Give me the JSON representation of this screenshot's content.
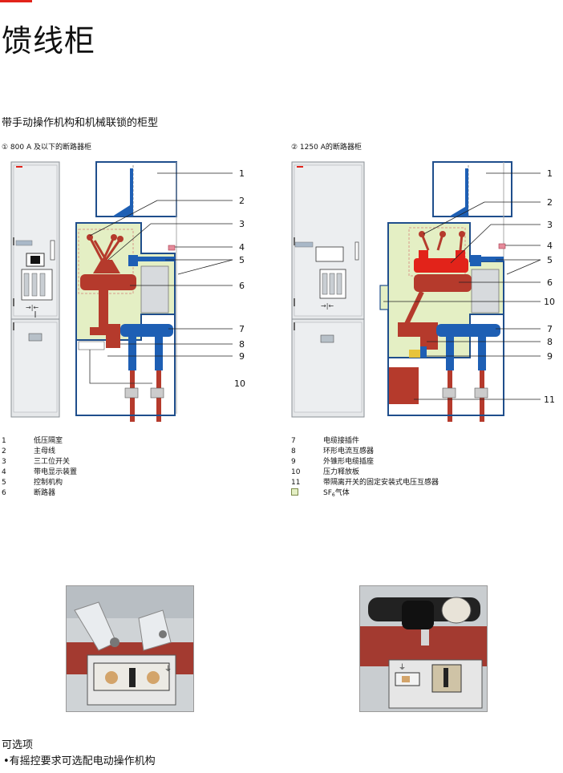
{
  "page": {
    "title": "馈线柜",
    "subtitle": "带手动操作机构和机械联锁的柜型",
    "accent_color": "#e2231a"
  },
  "cabinets": [
    {
      "title": "① 800 A 及以下的断路器柜",
      "callouts": [
        "1",
        "2",
        "3",
        "4",
        "5",
        "6",
        "7",
        "8",
        "9",
        "10"
      ]
    },
    {
      "title": "② 1250 A的断路器柜",
      "callouts": [
        "1",
        "2",
        "3",
        "4",
        "5",
        "6",
        "10",
        "7",
        "8",
        "9",
        "11"
      ]
    }
  ],
  "legend_left": [
    {
      "num": "1",
      "label": "低压隔室"
    },
    {
      "num": "2",
      "label": "主母线"
    },
    {
      "num": "3",
      "label": "三工位开关"
    },
    {
      "num": "4",
      "label": "带电显示装置"
    },
    {
      "num": "5",
      "label": "控制机构"
    },
    {
      "num": "6",
      "label": "断路器"
    }
  ],
  "legend_right": [
    {
      "num": "7",
      "label": "电缆接插件"
    },
    {
      "num": "8",
      "label": "环形电流互感器"
    },
    {
      "num": "9",
      "label": "外锥形电缆插座"
    },
    {
      "num": "10",
      "label": "压力释放板"
    },
    {
      "num": "11",
      "label": "带隔离开关的固定安装式电压互感器"
    }
  ],
  "legend_gas": {
    "prefix": "SF",
    "sub": "6",
    "suffix": "气体",
    "color": "#e4efc4"
  },
  "options": {
    "title": "可选项",
    "items": [
      "•有摇控要求可选配电动操作机构"
    ]
  },
  "colors": {
    "cabinet_outline": "#1f4e8c",
    "gas_fill": "#e4efc4",
    "copper": "#b53a2c",
    "cable_blue": "#1e5fb4",
    "panel_grey": "#e6e8ea"
  }
}
